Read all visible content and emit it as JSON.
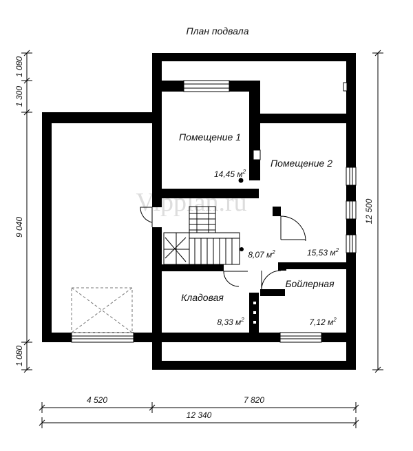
{
  "title": "План подвала",
  "watermark": "Vipplan.ru",
  "rooms": {
    "room1": {
      "name": "Помещение 1",
      "area": "14,45 м",
      "unit_sup": "2"
    },
    "room2": {
      "name": "Помещение 2",
      "area": "15,53 м",
      "unit_sup": "2"
    },
    "hall": {
      "name": "",
      "area": "8,07 м",
      "unit_sup": "2"
    },
    "storage": {
      "name": "Кладовая",
      "area": "8,33 м",
      "unit_sup": "2"
    },
    "boiler": {
      "name": "Бойлерная",
      "area": "7,12 м",
      "unit_sup": "2"
    }
  },
  "dimensions": {
    "bottom_left": "4 520",
    "bottom_right": "7 820",
    "bottom_total": "12 340",
    "right_total": "12 500",
    "left_top1": "1 080",
    "left_top2": "1 300",
    "left_mid": "9 040",
    "left_bottom": "1 080"
  },
  "colors": {
    "wall": "#000000",
    "background": "#ffffff",
    "watermark": "#d8d8d8"
  }
}
